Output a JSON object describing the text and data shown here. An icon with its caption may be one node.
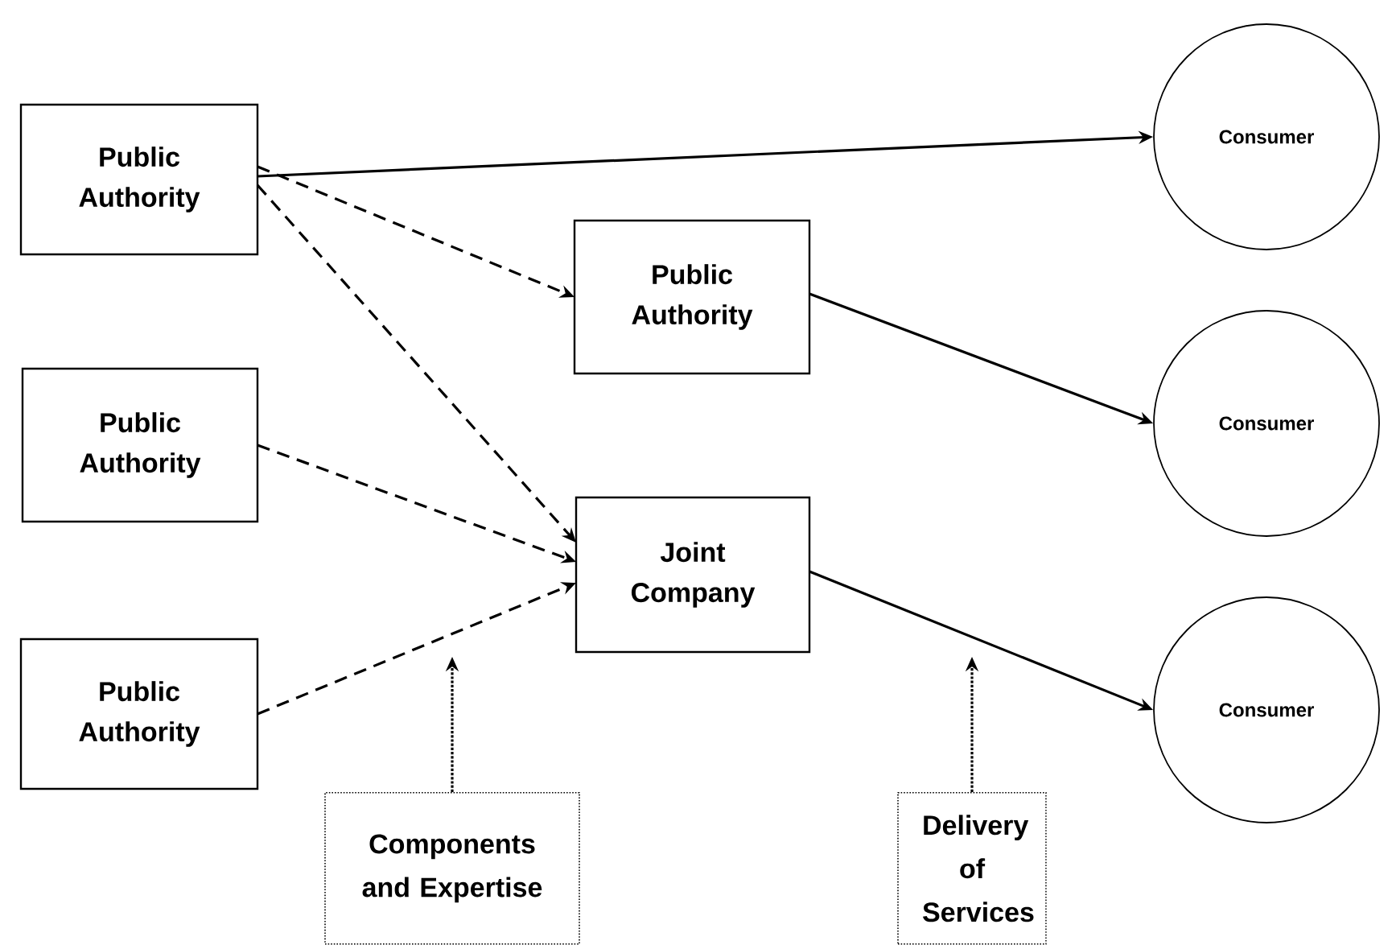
{
  "diagram": {
    "nodes": [
      {
        "text": [
          "Public Authority"
        ]
      },
      {
        "text": [
          "Public Authority"
        ]
      },
      {
        "text": [
          "Public Authority"
        ]
      },
      {
        "text": [
          "Joint Company"
        ]
      },
      {
        "text": [
          "Public Authority"
        ]
      },
      {
        "text": [
          "Consumer"
        ]
      },
      {
        "text": [
          "Consumer"
        ]
      },
      {
        "text": [
          "Consumer"
        ]
      },
      {
        "text": [
          "Components and Expertise"
        ]
      },
      {
        "text": [
          "Delivery of Services"
        ]
      }
    ],
    "edges": [
      {
        "from": 0,
        "to": 5,
        "arrow": "to"
      },
      {
        "from": 0,
        "to": 1,
        "arrow": "to",
        "style": "dashed"
      },
      {
        "from": 0,
        "to": 3,
        "arrow": "to",
        "style": "dashed"
      },
      {
        "from": 2,
        "to": 3,
        "arrow": "to",
        "style": "dashed"
      },
      {
        "from": 4,
        "to": 3,
        "arrow": "to",
        "style": "dashed"
      },
      {
        "from": 1,
        "to": 6,
        "arrow": "to"
      },
      {
        "from": 3,
        "to": 7,
        "arrow": "to"
      },
      {
        "from": 8,
        "to": null,
        "arrow": "to",
        "style": "dashed"
      },
      {
        "from": 9,
        "to": null,
        "arrow": "to",
        "style": "dashed"
      }
    ]
  }
}
